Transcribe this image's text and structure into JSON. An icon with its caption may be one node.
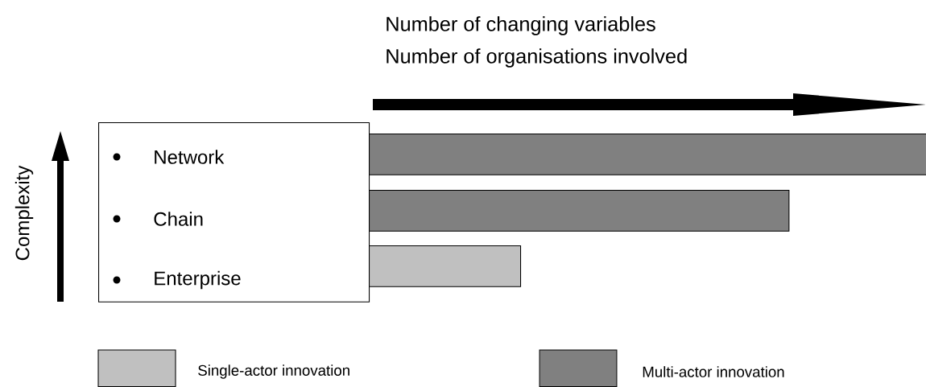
{
  "diagram": {
    "nodes": [
      {
        "text": [
          "Network",
          "Chain",
          "Enterprise"
        ]
      },
      {
        "text": [],
        "shape": "bar"
      },
      {
        "text": [],
        "shape": "bar"
      },
      {
        "text": [],
        "shape": "bar"
      }
    ],
    "labels": [
      "Number of changing variables",
      "Number of organisations involved",
      "Complexity"
    ],
    "legend": [
      {
        "text": "Single-actor innovation",
        "color": "#c0c0c0"
      },
      {
        "text": "Multi-actor innovation",
        "color": "#808080"
      }
    ]
  }
}
